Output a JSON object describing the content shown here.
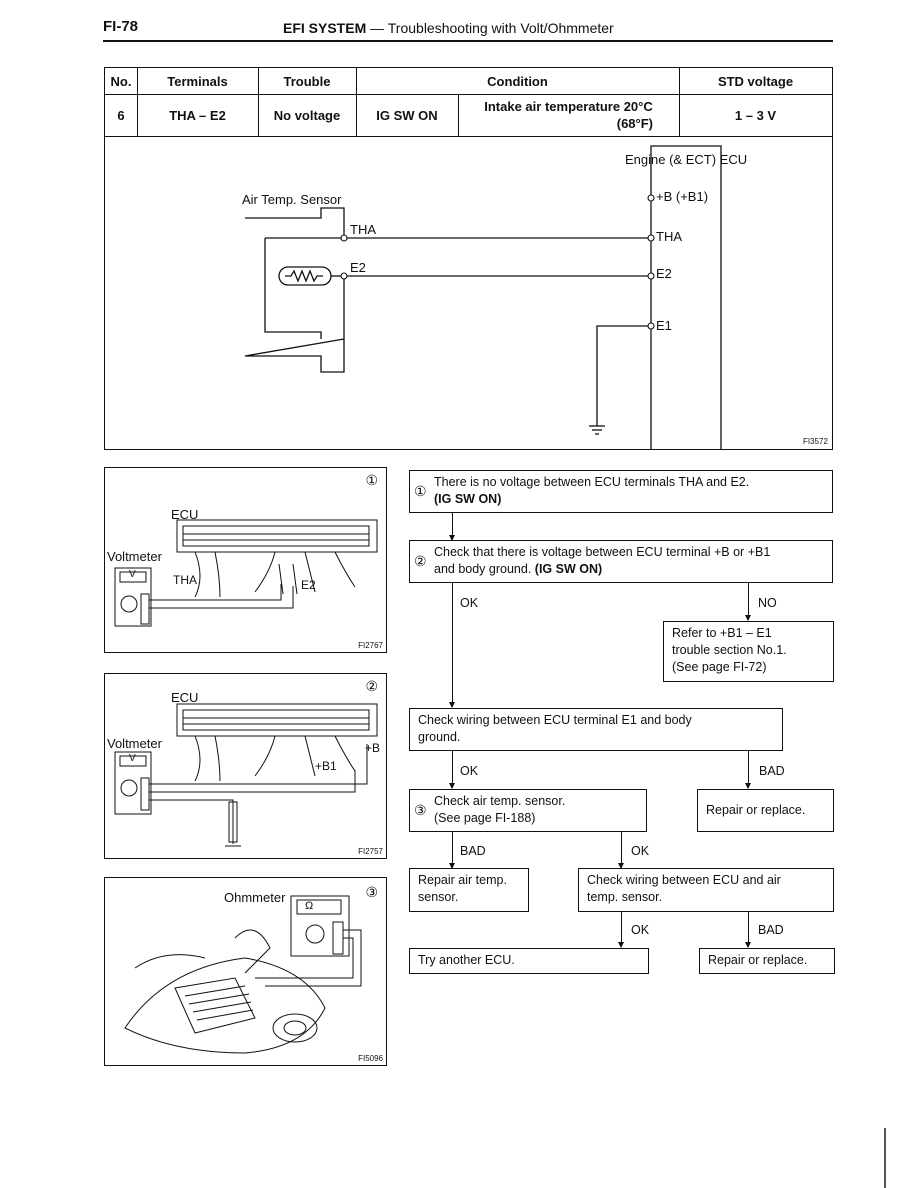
{
  "header": {
    "page": "FI-78",
    "section": "EFI SYSTEM",
    "dash": "—",
    "subtitle": "Troubleshooting with Volt/Ohmmeter"
  },
  "spec_table": {
    "headers": [
      "No.",
      "Terminals",
      "Trouble",
      "Condition",
      "STD voltage"
    ],
    "row": {
      "no": "6",
      "terminals": "THA – E2",
      "trouble": "No voltage",
      "condition_switch": "IG SW ON",
      "condition_detail_line1": "Intake air temperature 20°C",
      "condition_detail_line2": "(68°F)",
      "std_voltage": "1 – 3 V"
    }
  },
  "wiring_diagram": {
    "ecu_label": "Engine (& ECT) ECU",
    "sensor_label": "Air Temp. Sensor",
    "sensor_tha": "THA",
    "sensor_e2": "E2",
    "ecu_b": "+B (+B1)",
    "ecu_tha": "THA",
    "ecu_e2": "E2",
    "ecu_e1": "E1",
    "figure_id": "FI3572"
  },
  "figures": [
    {
      "num": "①",
      "ecu": "ECU",
      "meter": "Voltmeter",
      "meter_face": "V",
      "probe1": "THA",
      "probe2": "E2",
      "id": "FI2767"
    },
    {
      "num": "②",
      "ecu": "ECU",
      "meter": "Voltmeter",
      "meter_face": "V",
      "probe1": "+B1",
      "probe2": "+B",
      "id": "FI2757"
    },
    {
      "num": "③",
      "meter": "Ohmmeter",
      "meter_face": "Ω",
      "id": "FI5096"
    }
  ],
  "flow": {
    "step1_num": "①",
    "step1_line1": "There is no voltage between ECU terminals THA and E2.",
    "step1_line2": "(IG SW ON)",
    "step2_num": "②",
    "step2_line1": "Check that there is voltage between ECU terminal +B or +B1",
    "step2_line2_a": "and body ground.",
    "step2_line2_b": "(IG SW ON)",
    "ok": "OK",
    "no": "NO",
    "bad": "BAD",
    "refer_line1": "Refer to +B1 – E1",
    "refer_line2": "trouble section No.1.",
    "refer_line3": "(See page FI-72)",
    "check_e1_line1": "Check wiring between ECU terminal E1 and body",
    "check_e1_line2": "ground.",
    "repair1": "Repair or replace.",
    "step3_num": "③",
    "step3_line1": "Check air temp. sensor.",
    "step3_line2": "(See page FI-188)",
    "repair_sensor_line1": "Repair air temp.",
    "repair_sensor_line2": "sensor.",
    "check_wiring_line1": "Check wiring between ECU and air",
    "check_wiring_line2": "temp. sensor.",
    "try_ecu": "Try another ECU.",
    "repair2": "Repair or replace."
  }
}
